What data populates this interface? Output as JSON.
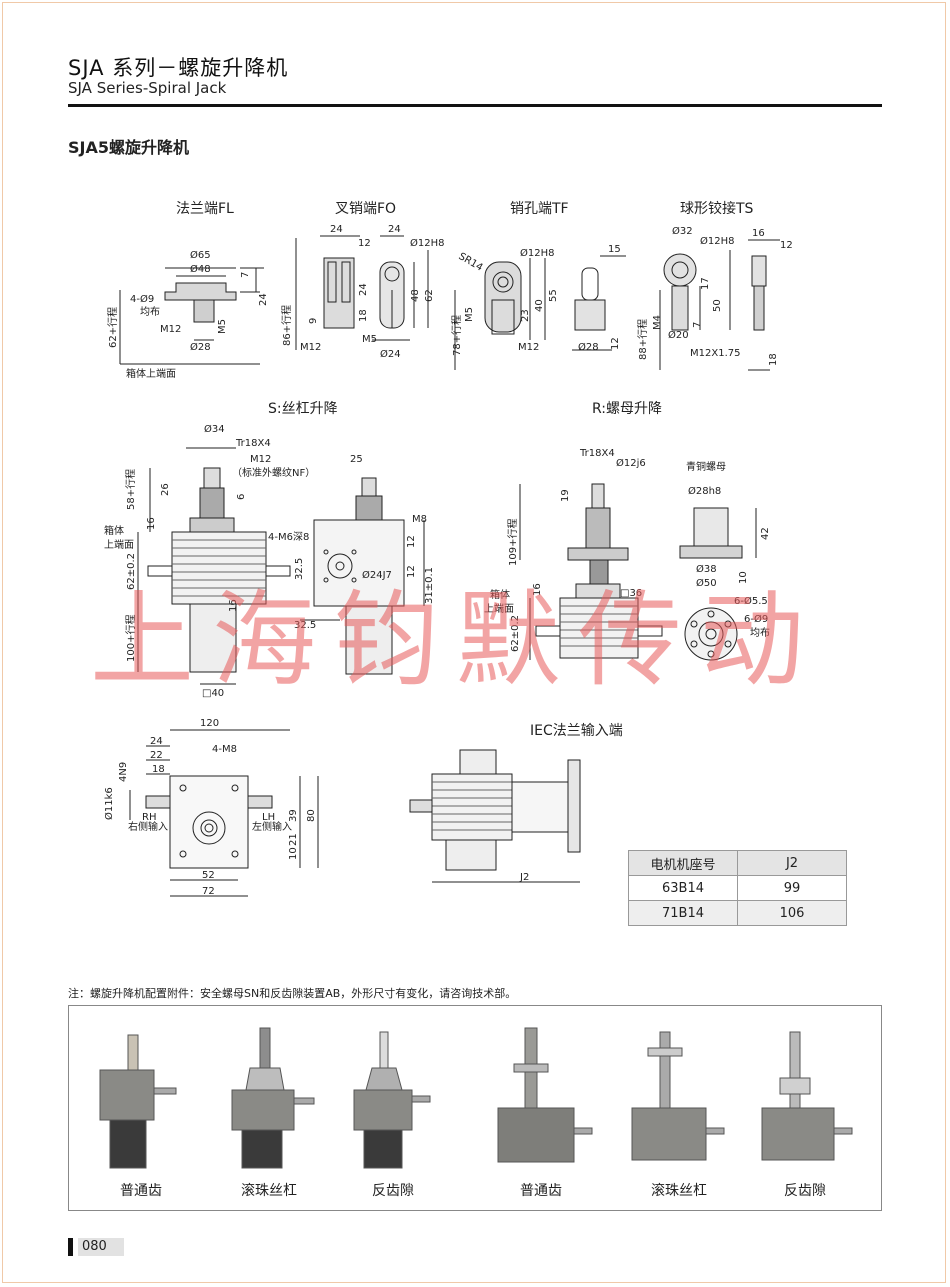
{
  "header": {
    "title": "SJA 系列－螺旋升降机",
    "subtitle": "SJA Series-Spiral Jack"
  },
  "section_title": "SJA5螺旋升降机",
  "end_types": [
    {
      "label": "法兰端FL"
    },
    {
      "label": "叉销端FO"
    },
    {
      "label": "销孔端TF"
    },
    {
      "label": "球形铰接TS"
    }
  ],
  "fl_dims": {
    "d65": "Ø65",
    "d48": "Ø48",
    "d9": "4-Ø9",
    "jb": "均布",
    "m12": "M12",
    "d28": "Ø28",
    "m5": "M5",
    "n7": "7",
    "n24": "24",
    "stroke": "62+行程",
    "top": "箱体上端面"
  },
  "fo_dims": {
    "n24a": "24",
    "n12": "12",
    "n24b": "24",
    "d12h8": "Ø12H8",
    "n9": "9",
    "n24c": "24",
    "n18": "18",
    "n48": "48",
    "n62": "62",
    "stroke": "86+行程",
    "m12": "M12",
    "m5": "M5",
    "d24": "Ø24"
  },
  "tf_dims": {
    "sr14": "SR14",
    "d12h8": "Ø12H8",
    "n15": "15",
    "m5": "M5",
    "n23": "23",
    "n40": "40",
    "n55": "55",
    "stroke": "78+行程",
    "m12": "M12",
    "d28": "Ø28",
    "n12": "12"
  },
  "ts_dims": {
    "d32": "Ø32",
    "d12h8": "Ø12H8",
    "n16": "16",
    "n12": "12",
    "n17": "17",
    "n50": "50",
    "n7": "7",
    "m4": "M4",
    "stroke": "88+行程",
    "d20": "Ø20",
    "m12": "M12X1.75",
    "n18": "18"
  },
  "s_view": {
    "label": "S:丝杠升降",
    "d34": "Ø34",
    "tr": "Tr18X4",
    "m12": "M12",
    "nf": "（标准外螺纹NF）",
    "n26": "26",
    "n6": "6",
    "stroke58": "58+行程",
    "n16a": "16",
    "box": "箱体",
    "top": "上端面",
    "n62": "62±0.2",
    "n16b": "16",
    "stroke100": "100+行程",
    "sq40": "□40",
    "n25": "25",
    "m6": "4-M6深8",
    "m8": "M8",
    "n12a": "12",
    "n32a": "32.5",
    "d24j7": "Ø24J7",
    "n12b": "12",
    "n31": "31±0.1",
    "n32b": "32.5"
  },
  "r_view": {
    "label": "R:螺母升降",
    "tr": "Tr18X4",
    "d12j6": "Ø12j6",
    "nut": "青铜螺母",
    "d28h8": "Ø28h8",
    "n19": "19",
    "stroke109": "109+行程",
    "n42": "42",
    "n36": "□36",
    "d38": "Ø38",
    "d50": "Ø50",
    "n10": "10",
    "box": "箱体",
    "top": "上端面",
    "n16": "16",
    "n62": "62±0.2",
    "d55": "6-Ø5.5",
    "d9": "6-Ø9",
    "jb": "均布"
  },
  "bottom_view": {
    "n120": "120",
    "n24": "24",
    "n22": "22",
    "n18": "18",
    "m8": "4-M8",
    "n4n9": "4N9",
    "d11k6": "Ø11k6",
    "rh": "RH",
    "rh_cn": "右侧输入",
    "lh": "LH",
    "lh_cn": "左侧输入",
    "n39": "39",
    "n80": "80",
    "n10": "10",
    "n21": "21",
    "n52": "52",
    "n72": "72"
  },
  "iec": {
    "label": "IEC法兰输入端",
    "j2": "J2"
  },
  "motor_table": {
    "col1": "电机机座号",
    "col2": "J2",
    "rows": [
      [
        "63B14",
        "99"
      ],
      [
        "71B14",
        "106"
      ]
    ]
  },
  "watermark": "上海钧默传动",
  "note": "注：螺旋升降机配置附件：安全螺母SN和反齿隙装置AB，外形尺寸有变化，请咨询技术部。",
  "products": [
    "普通齿",
    "滚珠丝杠",
    "反齿隙",
    "普通齿",
    "滚珠丝杠",
    "反齿隙"
  ],
  "page_number": "080",
  "colors": {
    "watermark": "#e85a5a",
    "rule": "#111111",
    "frame": "#f0c9a8",
    "table_header": "#e4e4e4"
  }
}
